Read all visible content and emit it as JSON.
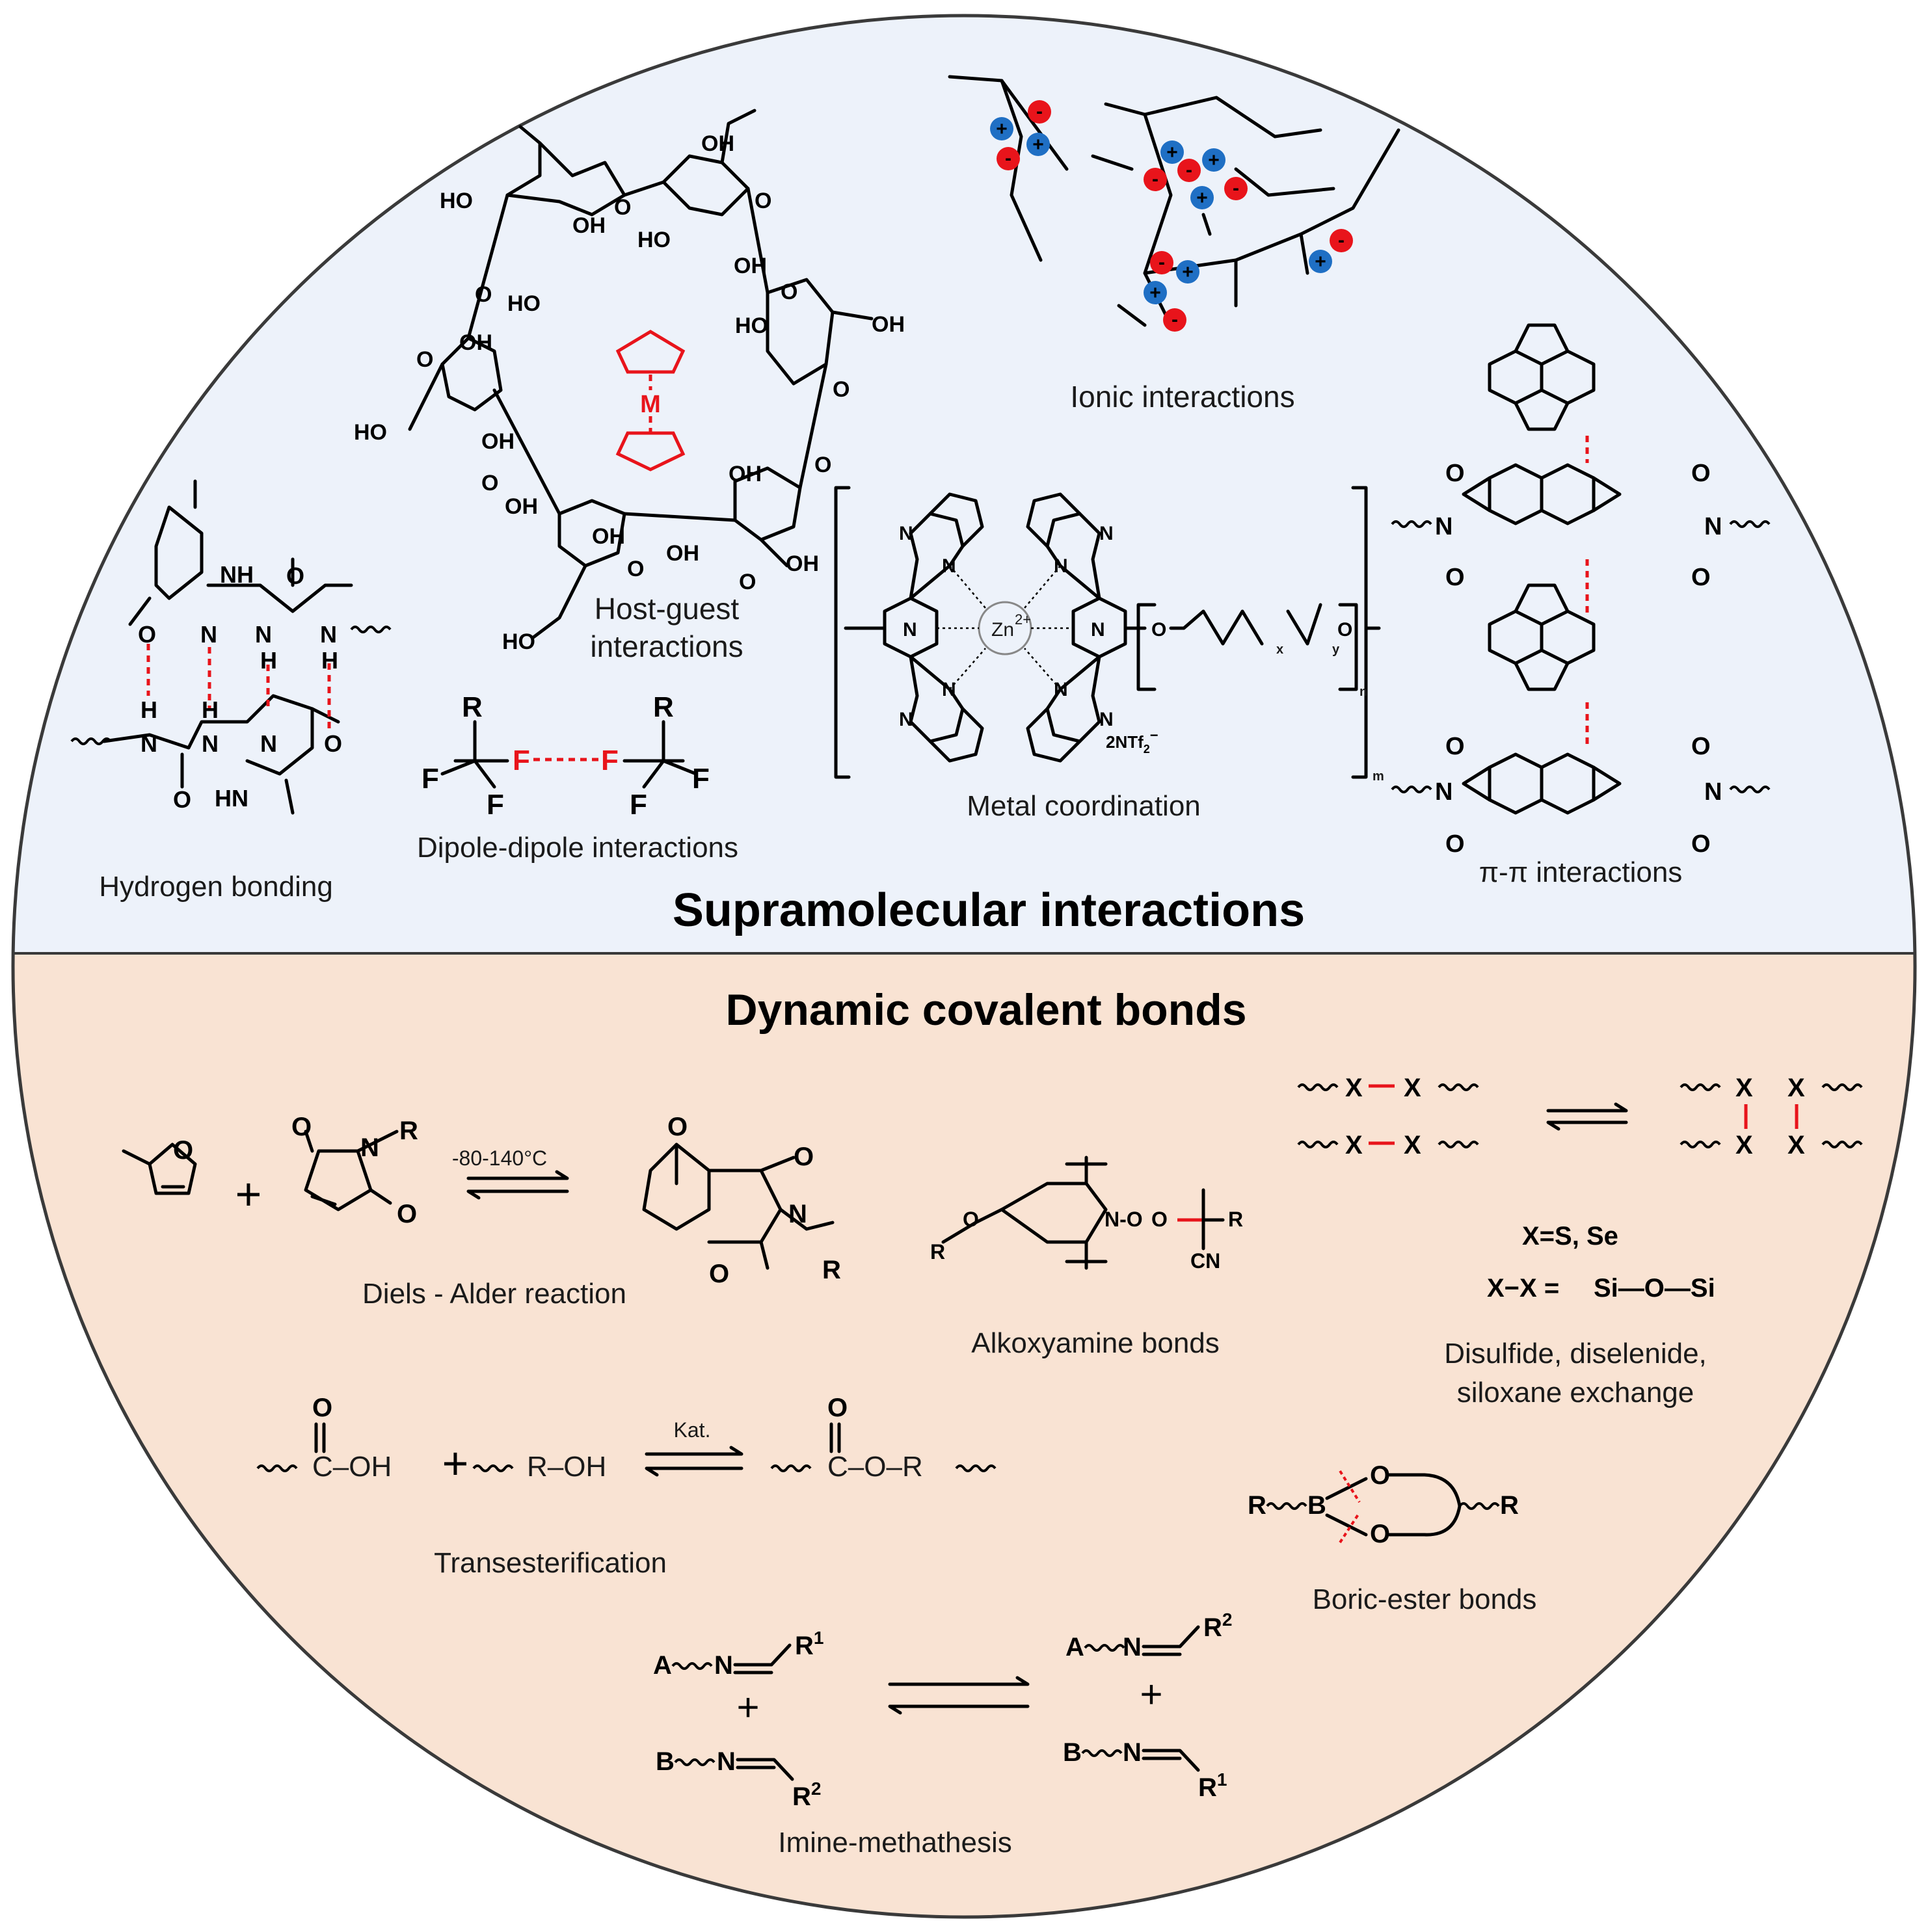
{
  "colors": {
    "top_bg": "#edf2fa",
    "bottom_bg": "#f9e3d3",
    "circle_stroke": "#3a3a3a",
    "highlight_red": "#e8141b",
    "cation_blue": "#1f6fc4",
    "anion_red": "#e8141b"
  },
  "top": {
    "title": "Supramolecular interactions",
    "hydrogen": {
      "label": "Hydrogen bonding",
      "atoms": {
        "O": "O",
        "N": "N",
        "H": "H",
        "NH": "NH",
        "HN": "HN"
      }
    },
    "hostguest": {
      "label_line1": "Host-guest",
      "label_line2": "interactions",
      "OH": "OH",
      "HO": "HO",
      "O": "O",
      "M": "M"
    },
    "ionic": {
      "label": "Ionic interactions",
      "plus": "+",
      "minus": "-"
    },
    "dipole": {
      "label": "Dipole-dipole interactions",
      "R": "R",
      "F": "F"
    },
    "metal": {
      "label": "Metal coordination",
      "zn": "Zn",
      "zn_charge": "2+",
      "N": "N",
      "O": "O",
      "counterion_main": "2NTf",
      "counterion_sub": "2",
      "counterion_sup": "−",
      "x": "x",
      "y": "y",
      "n": "n",
      "m": "m"
    },
    "pi": {
      "label": "π-π interactions",
      "O": "O",
      "N": "N"
    }
  },
  "bottom": {
    "title": "Dynamic covalent bonds",
    "diels": {
      "label": "Diels - Alder reaction",
      "condition": "-80-140°C",
      "plus": "+",
      "O": "O",
      "N": "N",
      "R": "R"
    },
    "alkoxy": {
      "label": "Alkoxyamine bonds",
      "O": "O",
      "R": "R",
      "N": "N",
      "NO": "N-O",
      "CN": "CN"
    },
    "disulfide": {
      "label_line1": "Disulfide, diselenide,",
      "label_line2": "siloxane exchange",
      "X": "X",
      "xeq": "X=S, Se",
      "xx_prefix": "X−X =",
      "siloxane": "Si—O—Si"
    },
    "trans": {
      "label": "Transesterification",
      "catalyst": "Kat.",
      "O": "O",
      "C_OH": "C–OH",
      "R_OH": "R–OH",
      "C_O_R": "C–O–R",
      "plus": "+"
    },
    "boric": {
      "label": "Boric-ester bonds",
      "R": "R",
      "B": "B",
      "O": "O"
    },
    "imine": {
      "label": "Imine-methathesis",
      "A": "A",
      "B": "B",
      "N": "N",
      "R": "R",
      "sup1": "1",
      "sup2": "2",
      "plus": "+"
    }
  }
}
